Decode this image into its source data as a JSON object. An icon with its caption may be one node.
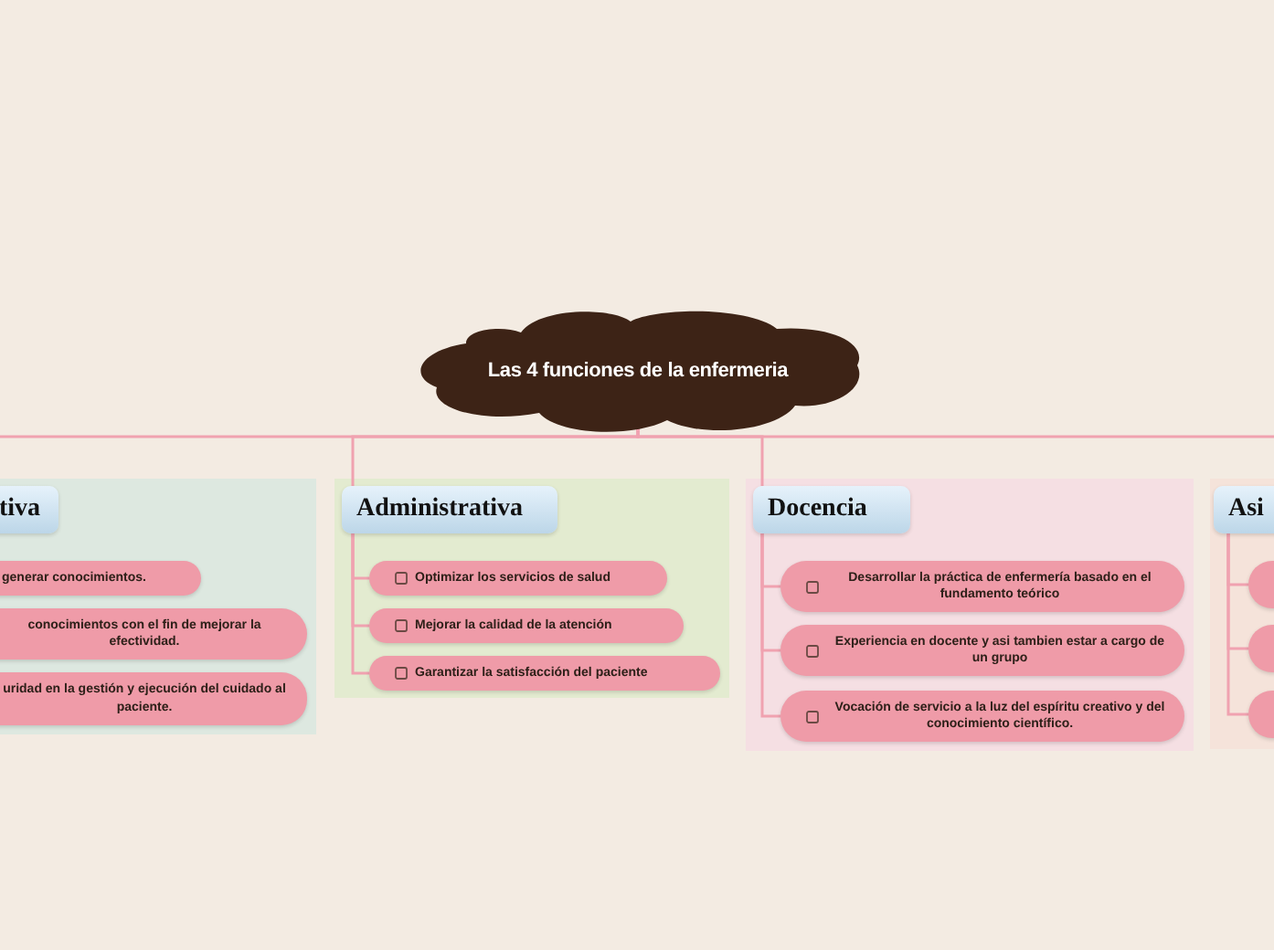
{
  "diagram": {
    "nodes": [
      {
        "text": [
          "Las 4 funciones de la enfermeria"
        ]
      },
      {
        "text": [],
        "shape": "box"
      },
      {
        "text": [
          "tiva"
        ],
        "in": 1
      },
      {
        "text": [
          "generar conocimientos."
        ],
        "in": 1
      },
      {
        "text": [
          "conocimientos con el fin de mejorar la efectividad."
        ],
        "in": 1
      },
      {
        "text": [
          "uridad en la gestión y ejecución del cuidado al paciente."
        ],
        "in": 1
      },
      {
        "text": [],
        "shape": "box"
      },
      {
        "text": [
          "Administrativa"
        ],
        "in": 6
      },
      {
        "text": [
          "Optimizar los servicios de salud"
        ],
        "in": 6
      },
      {
        "text": [
          "Mejorar la calidad de la atención"
        ],
        "in": 6
      },
      {
        "text": [
          "Garantizar la satisfacción del paciente"
        ],
        "in": 6
      },
      {
        "text": [],
        "shape": "box"
      },
      {
        "text": [
          "Docencia"
        ],
        "in": 11
      },
      {
        "text": [
          "Desarrollar la práctica de enfermería basado en el fundamento teórico"
        ],
        "in": 11
      },
      {
        "text": [
          "Experiencia en docente y asi tambien estar a cargo de un grupo"
        ],
        "in": 11
      },
      {
        "text": [
          "Vocación de servicio a la luz del espíritu creativo y del conocimiento científico."
        ],
        "in": 11
      },
      {
        "text": [],
        "shape": "box"
      },
      {
        "text": [
          "Asi"
        ],
        "in": 16
      },
      {
        "text": [],
        "shape": "box",
        "in": 16
      },
      {
        "text": [],
        "shape": "box",
        "in": 16
      },
      {
        "text": [],
        "shape": "box",
        "in": 16
      }
    ],
    "edges": [
      {
        "from": 0,
        "to": 2,
        "arrow": "none"
      },
      {
        "from": 0,
        "to": 7,
        "arrow": "none"
      },
      {
        "from": 0,
        "to": 12,
        "arrow": "none"
      },
      {
        "from": 0,
        "to": 17,
        "arrow": "none"
      },
      {
        "from": 7,
        "to": 8,
        "arrow": "none"
      },
      {
        "from": 7,
        "to": 9,
        "arrow": "none"
      },
      {
        "from": 7,
        "to": 10,
        "arrow": "none"
      },
      {
        "from": 12,
        "to": 13,
        "arrow": "none"
      },
      {
        "from": 12,
        "to": 14,
        "arrow": "none"
      },
      {
        "from": 12,
        "to": 15,
        "arrow": "none"
      },
      {
        "from": 17,
        "to": 18,
        "arrow": "none"
      },
      {
        "from": 17,
        "to": 19,
        "arrow": "none"
      },
      {
        "from": 17,
        "to": 20,
        "arrow": "none"
      }
    ]
  }
}
